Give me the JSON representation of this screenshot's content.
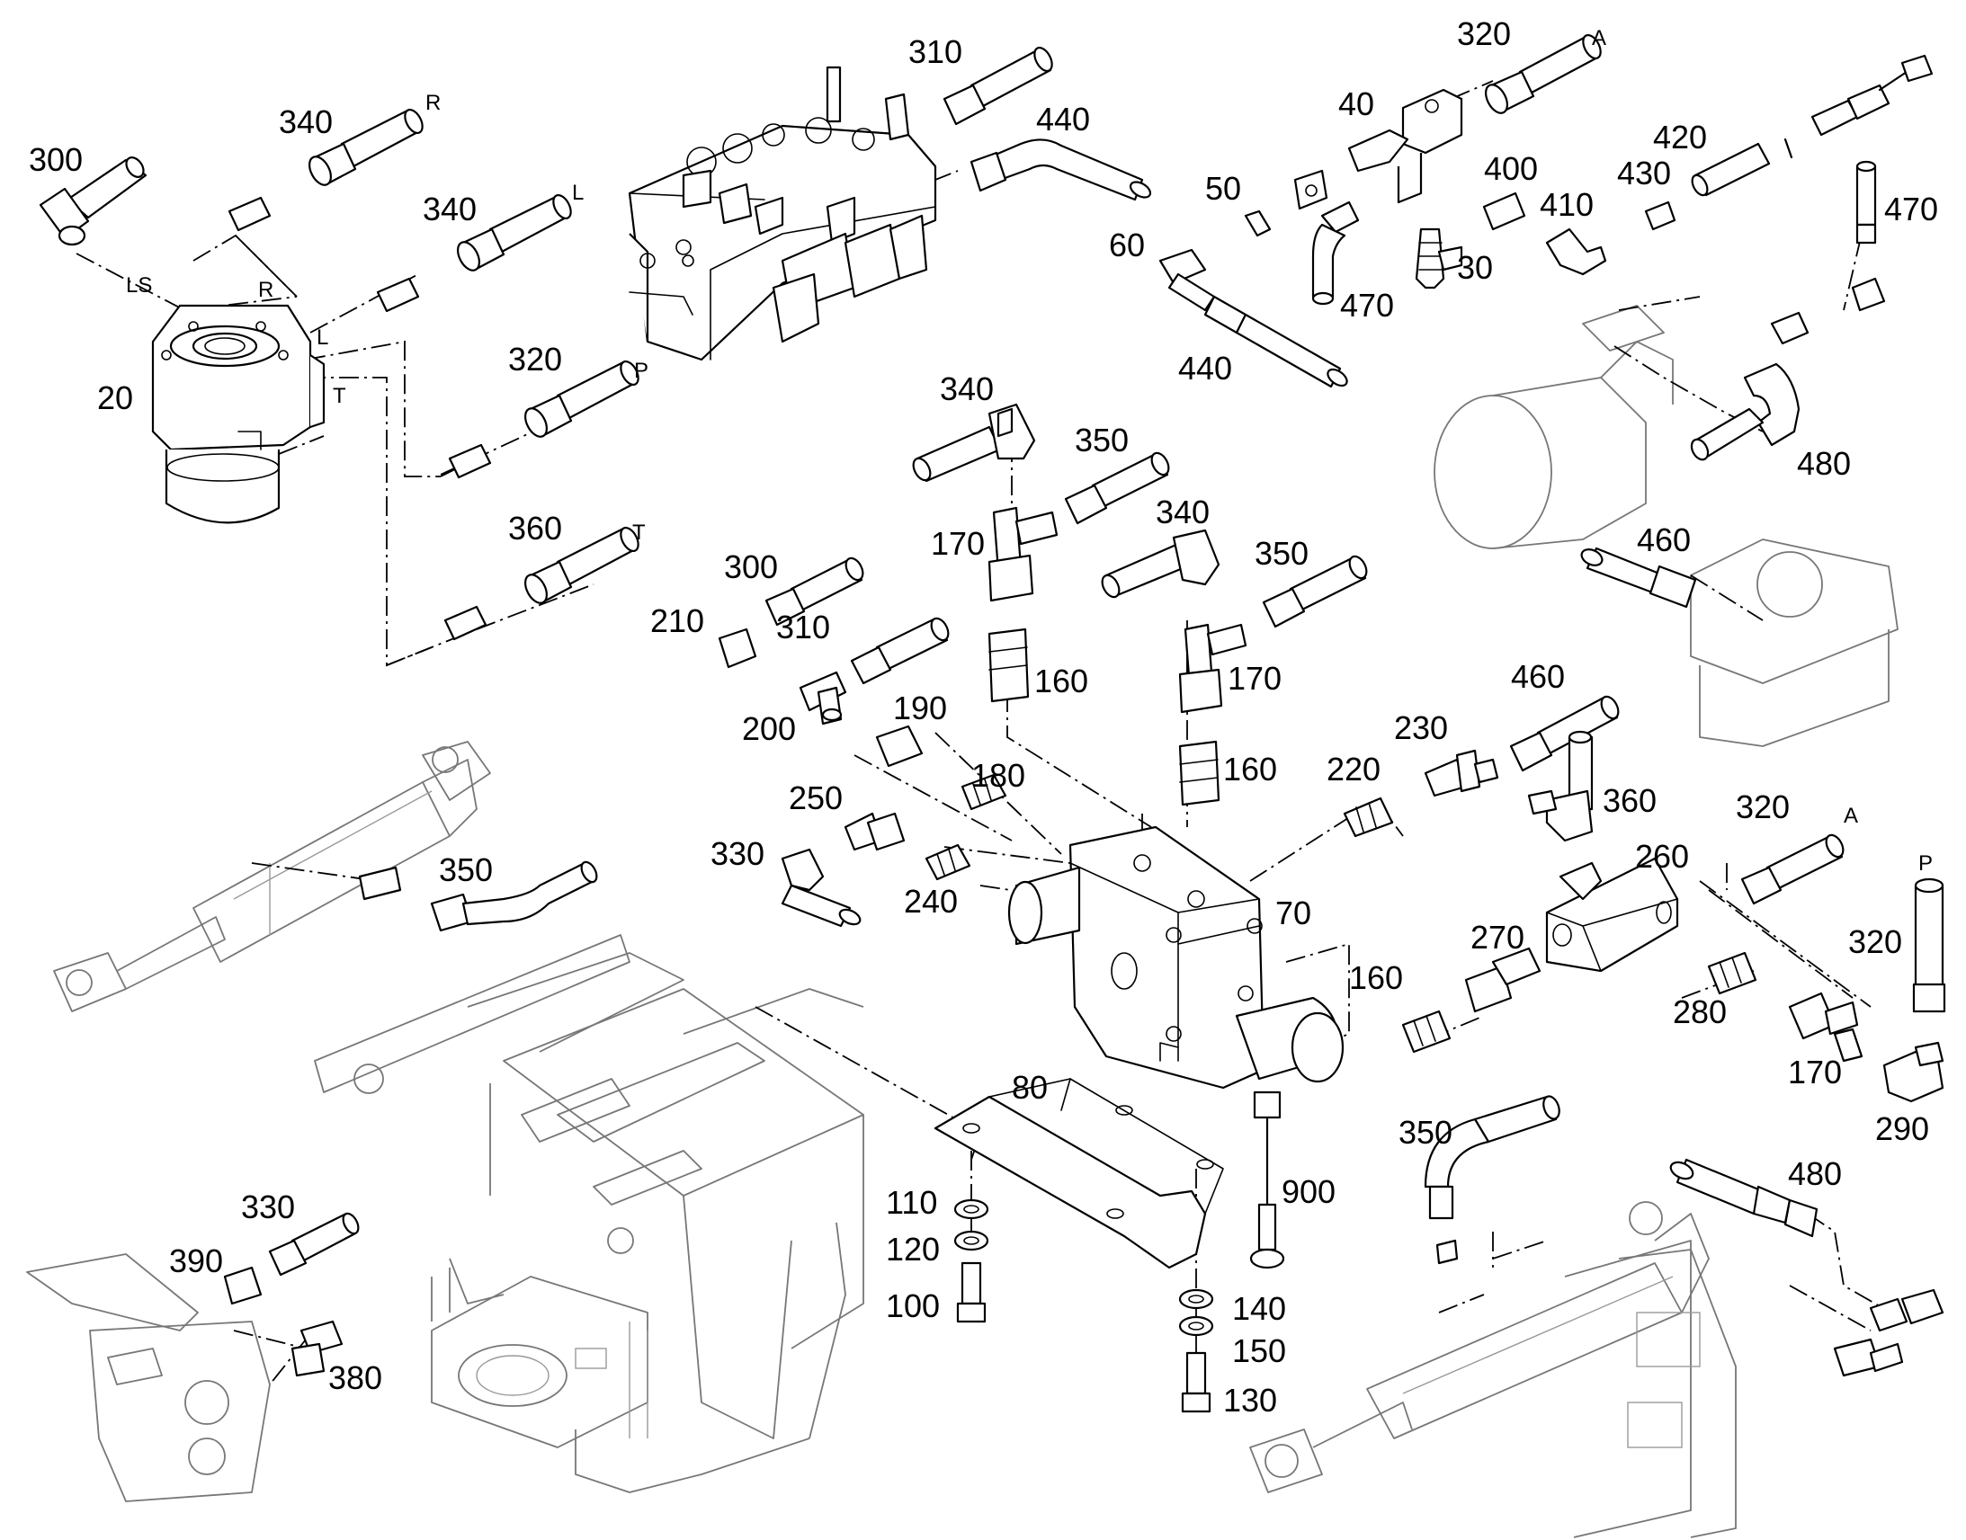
{
  "labels": [
    {
      "id": "l20",
      "text": "20"
    },
    {
      "id": "l300a",
      "text": "300"
    },
    {
      "id": "l340a",
      "text": "340"
    },
    {
      "id": "l340b",
      "text": "340"
    },
    {
      "id": "l320a",
      "text": "320"
    },
    {
      "id": "l360a",
      "text": "360"
    },
    {
      "id": "l310a",
      "text": "310"
    },
    {
      "id": "l440a",
      "text": "440"
    },
    {
      "id": "l320b",
      "text": "320"
    },
    {
      "id": "l40",
      "text": "40"
    },
    {
      "id": "l50",
      "text": "50"
    },
    {
      "id": "l60",
      "text": "60"
    },
    {
      "id": "l440b",
      "text": "440"
    },
    {
      "id": "l470a",
      "text": "470"
    },
    {
      "id": "l30",
      "text": "30"
    },
    {
      "id": "l400",
      "text": "400"
    },
    {
      "id": "l410",
      "text": "410"
    },
    {
      "id": "l430",
      "text": "430"
    },
    {
      "id": "l420",
      "text": "420"
    },
    {
      "id": "l470b",
      "text": "470"
    },
    {
      "id": "l480a",
      "text": "480"
    },
    {
      "id": "l460a",
      "text": "460"
    },
    {
      "id": "l340c",
      "text": "340"
    },
    {
      "id": "l350a",
      "text": "350"
    },
    {
      "id": "l170a",
      "text": "170"
    },
    {
      "id": "l160a",
      "text": "160"
    },
    {
      "id": "l340d",
      "text": "340"
    },
    {
      "id": "l350b",
      "text": "350"
    },
    {
      "id": "l170b",
      "text": "170"
    },
    {
      "id": "l160b",
      "text": "160"
    },
    {
      "id": "l300b",
      "text": "300"
    },
    {
      "id": "l210",
      "text": "210"
    },
    {
      "id": "l310b",
      "text": "310"
    },
    {
      "id": "l200",
      "text": "200"
    },
    {
      "id": "l190",
      "text": "190"
    },
    {
      "id": "l180",
      "text": "180"
    },
    {
      "id": "l250",
      "text": "250"
    },
    {
      "id": "l330a",
      "text": "330"
    },
    {
      "id": "l240",
      "text": "240"
    },
    {
      "id": "l70",
      "text": "70"
    },
    {
      "id": "l220",
      "text": "220"
    },
    {
      "id": "l230",
      "text": "230"
    },
    {
      "id": "l460b",
      "text": "460"
    },
    {
      "id": "l360b",
      "text": "360"
    },
    {
      "id": "l260",
      "text": "260"
    },
    {
      "id": "l320c",
      "text": "320"
    },
    {
      "id": "l320d",
      "text": "320"
    },
    {
      "id": "l270",
      "text": "270"
    },
    {
      "id": "l160c",
      "text": "160"
    },
    {
      "id": "l280",
      "text": "280"
    },
    {
      "id": "l170c",
      "text": "170"
    },
    {
      "id": "l290",
      "text": "290"
    },
    {
      "id": "l350c",
      "text": "350"
    },
    {
      "id": "l80",
      "text": "80"
    },
    {
      "id": "l110",
      "text": "110"
    },
    {
      "id": "l120",
      "text": "120"
    },
    {
      "id": "l100",
      "text": "100"
    },
    {
      "id": "l900",
      "text": "900"
    },
    {
      "id": "l140",
      "text": "140"
    },
    {
      "id": "l150",
      "text": "150"
    },
    {
      "id": "l130",
      "text": "130"
    },
    {
      "id": "l350d",
      "text": "350"
    },
    {
      "id": "l480b",
      "text": "480"
    },
    {
      "id": "l330b",
      "text": "330"
    },
    {
      "id": "l390",
      "text": "390"
    },
    {
      "id": "l380",
      "text": "380"
    }
  ],
  "ports": [
    {
      "id": "pLS",
      "text": "LS"
    },
    {
      "id": "pR1",
      "text": "R"
    },
    {
      "id": "pL1",
      "text": "L"
    },
    {
      "id": "pT1",
      "text": "T"
    },
    {
      "id": "pR2",
      "text": "R"
    },
    {
      "id": "pL2",
      "text": "L"
    },
    {
      "id": "pP1",
      "text": "P"
    },
    {
      "id": "pT2",
      "text": "T"
    },
    {
      "id": "pA1",
      "text": "A"
    },
    {
      "id": "pA2",
      "text": "A"
    },
    {
      "id": "pP2",
      "text": "P"
    }
  ]
}
